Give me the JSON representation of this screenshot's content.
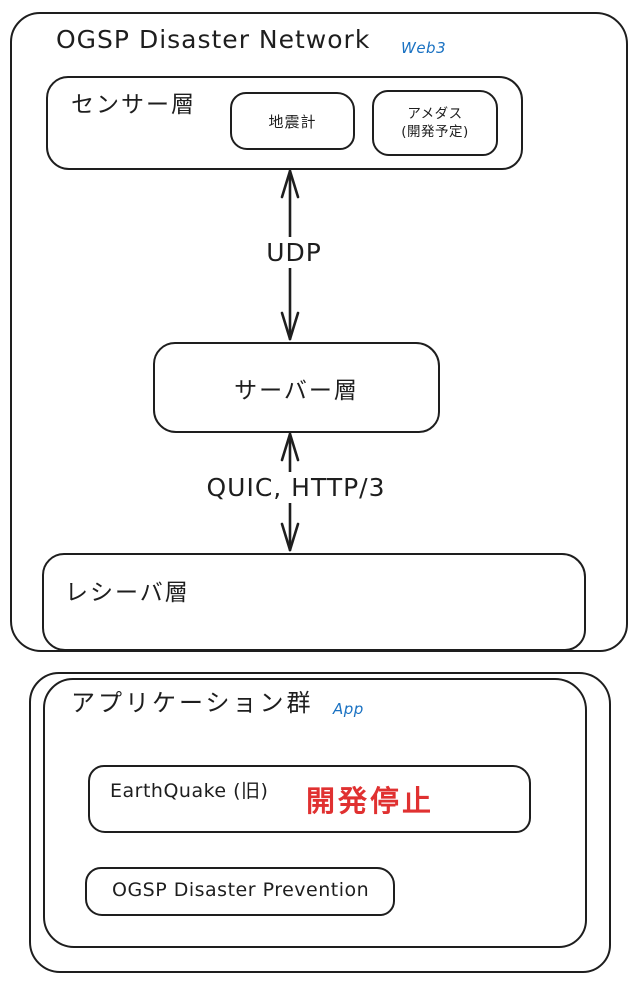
{
  "diagram": {
    "title": "OGSP Disaster Network",
    "title_tag": "Web3",
    "sensor_layer": {
      "label": "センサー層"
    },
    "seismometer": {
      "label": "地震計"
    },
    "amedas": {
      "label_line1": "アメダス",
      "label_line2": "(開発予定)"
    },
    "server_layer": {
      "label": "サーバー層"
    },
    "receiver_layer": {
      "label": "レシーバ層"
    },
    "app_group": {
      "label": "アプリケーション群",
      "tag": "App"
    },
    "earthquake_old": {
      "label": "EarthQuake (旧)",
      "status": "開発停止"
    },
    "ogsp_prevention": {
      "label": "OGSP Disaster Prevention"
    },
    "arrows": {
      "udp": {
        "label": "UDP"
      },
      "quic": {
        "label": "QUIC, HTTP/3"
      }
    },
    "colors": {
      "stroke": "#1e1e1e",
      "accent_blue": "#1971c2",
      "status_red": "#e03131",
      "background": "#ffffff"
    }
  }
}
